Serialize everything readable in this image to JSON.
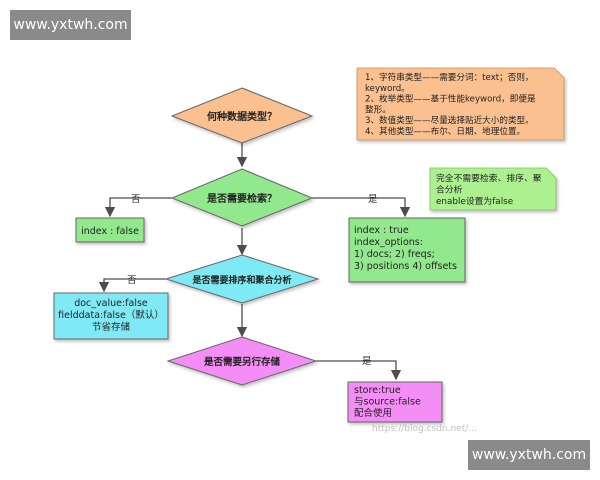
{
  "watermark": {
    "top_left": "www.yxtwh.com",
    "bottom_right": "www.yxtwh.com",
    "faint_url": "https://blog.csdn.net/..."
  },
  "colors": {
    "orange": "#fac08f",
    "green": "#92e88c",
    "cyan": "#7fe9f5",
    "magenta": "#f48df5",
    "note_orange": "#fac090",
    "note_green": "#adf08f",
    "stroke": "#4d4d4d"
  },
  "nodes": {
    "q_type": "何种数据类型？",
    "q_search": "是否需要检索？",
    "q_sort": "是否需要排序和聚合分析",
    "q_store": "是否需要另行存储",
    "box_index_false": "index : false",
    "box_index_true": {
      "lines": [
        "index : true",
        "index_options:",
        "1) docs; 2) freqs;",
        "3) positions 4) offsets"
      ]
    },
    "box_doc_values": {
      "lines": [
        "doc_value:false",
        "fielddata:false（默认）",
        "节省存储"
      ]
    },
    "box_store": {
      "lines": [
        "store:true",
        "与source:false",
        "配合使用"
      ]
    }
  },
  "edge_labels": {
    "search_no": "否",
    "search_yes": "是",
    "sort_no": "否",
    "store_yes": "是"
  },
  "notes": {
    "types": {
      "lines": [
        "1、字符串类型——需要分词：text；否则，",
        "keyword。",
        "2、枚举类型——基于性能keyword，即便是",
        "整形。",
        "3、数值类型——尽量选择贴近大小的类型。",
        "4、其他类型——布尔、日期、地理位置。"
      ]
    },
    "no_search": {
      "lines": [
        "完全不需要检索、排序、聚",
        "合分析",
        "enable设置为false"
      ]
    }
  }
}
